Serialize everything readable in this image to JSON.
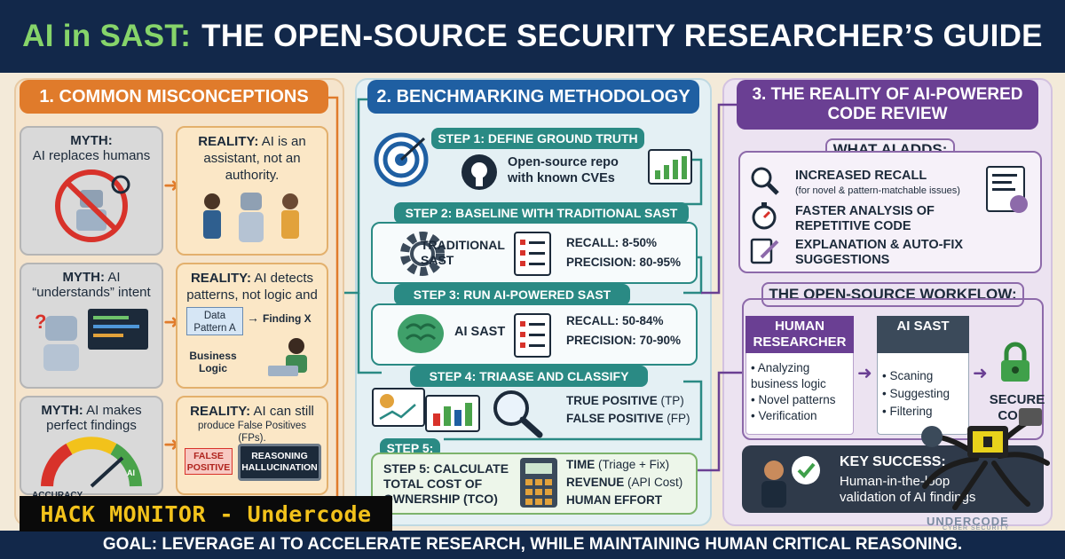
{
  "title": {
    "ai": "AI in SAST:",
    "rest": "THE OPEN-SOURCE SECURITY RESEARCHER’S GUIDE"
  },
  "col1": {
    "header": "1. COMMON MISCONCEPTIONS",
    "myth1": {
      "label": "MYTH:",
      "text": "AI replaces humans"
    },
    "reality1": {
      "label": "REALITY:",
      "text": "AI is an assistant, not an authority."
    },
    "myth2": {
      "label": "MYTH:",
      "text": "AI “understands” intent"
    },
    "reality2": {
      "label": "REALITY:",
      "text": "AI detects patterns, not logic and",
      "data_pattern": "Data Pattern A",
      "finding": "Finding X",
      "business_logic": "Business Logic"
    },
    "myth3": {
      "label": "MYTH:",
      "text": "AI makes perfect findings",
      "gauge_label": "ACCURACY",
      "gauge_tag": "AI"
    },
    "reality3": {
      "label": "REALITY:",
      "text": "AI can still",
      "sub": "produce False Positives (FPs).",
      "false_positive": "FALSE POSITIVE",
      "hallucination": "REASONING HALLUCINATION"
    }
  },
  "col2": {
    "header": "2. BENCHMARKING METHODOLOGY",
    "step1": {
      "label": "STEP 1: DEFINE GROUND TRUTH",
      "text": "Open-source repo with known CVEs"
    },
    "step2": {
      "label": "STEP 2: BASELINE WITH TRADITIONAL SAST",
      "tool": "TRADITIONAL SAST",
      "recall": "RECALL: 8-50%",
      "precision": "PRECISION: 80-95%"
    },
    "step3": {
      "label": "STEP 3: RUN AI-POWERED SAST",
      "tool": "AI SAST",
      "recall": "RECALL: 50-84%",
      "precision": "PRECISION: 70-90%"
    },
    "step4": {
      "label": "STEP 4: TRIAASE AND CLASSIFY",
      "tp": "TRUE POSITIVE",
      "tp_abbr": "(TP)",
      "fp": "FALSE POSITIVE",
      "fp_abbr": "(FP)"
    },
    "step5": {
      "label": "STEP 5:",
      "text": "STEP 5: CALCULATE TOTAL COST OF OWNERSHIP (TCO)",
      "time": "TIME",
      "time_sub": "(Triage + Fix)",
      "revenue": "REVENUE",
      "revenue_sub": "(API Cost)",
      "effort": "HUMAN EFFORT"
    }
  },
  "col3": {
    "header": "3. THE REALITY OF AI-POWERED CODE REVIEW",
    "adds_header": "WHAT AI ADDS:",
    "adds": [
      {
        "title": "INCREASED RECALL",
        "sub": "(for novel & pattern-matchable issues)"
      },
      {
        "title": "FASTER ANALYSIS OF REPETITIVE CODE",
        "sub": ""
      },
      {
        "title": "EXPLANATION & AUTO-FIX SUGGESTIONS",
        "sub": ""
      }
    ],
    "workflow_header": "THE OPEN-SOURCE WORKFLOW:",
    "human": {
      "title": "HUMAN RESEARCHER",
      "items": [
        "Analyzing business logic",
        "Novel patterns",
        "Verification"
      ]
    },
    "ai": {
      "title": "AI SAST",
      "items": [
        "Scaning",
        "Suggesting",
        "Filtering"
      ]
    },
    "secure": "SECURE CODE",
    "key": {
      "title": "KEY SUCCESS:",
      "text": "Human-in-the-loop validation of AI findings"
    }
  },
  "goal": "GOAL: LEVERAGE AI TO ACCELERATE RESEARCH, WHILE MAINTAINING HUMAN CRITICAL REASONING.",
  "watermark": "HACK MONITOR - Undercode",
  "brand": "UNDERCODE",
  "brand_sub": "CYBER SECURITY",
  "colors": {
    "navy": "#12284a",
    "orange": "#e07b2b",
    "blue": "#1f5fa2",
    "purple": "#6a3f93",
    "teal": "#2a8a84",
    "green": "#86d46a"
  }
}
